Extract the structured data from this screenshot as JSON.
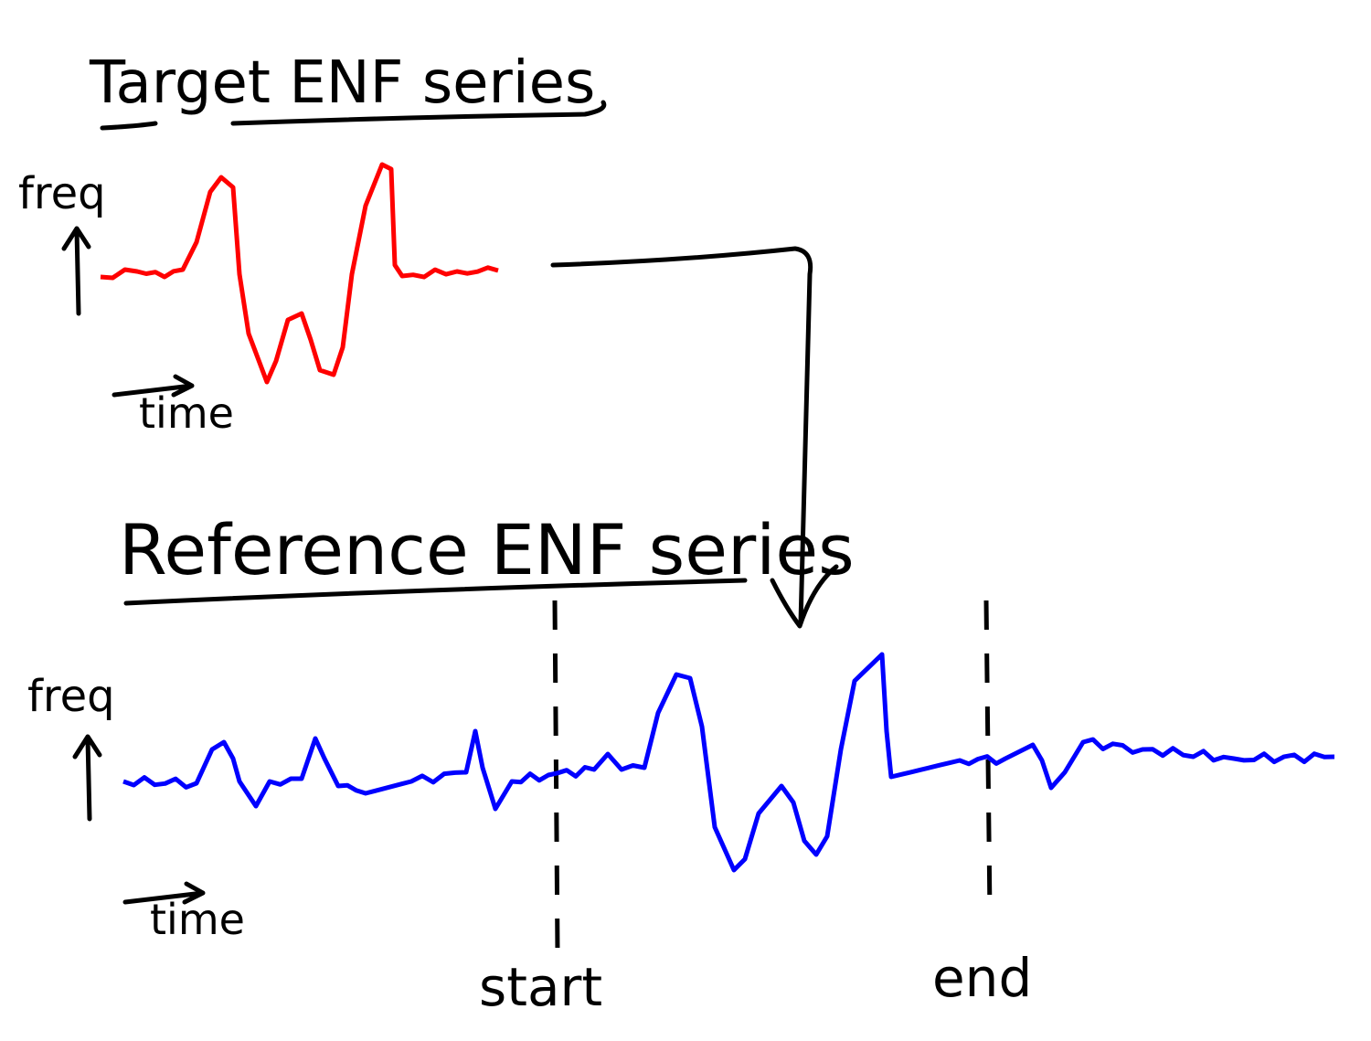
{
  "target": {
    "title": "Target ENF series",
    "y_label": "freq",
    "x_label": "time",
    "color": "#ff0000"
  },
  "reference": {
    "title": "Reference ENF series",
    "y_label": "freq",
    "x_label": "time",
    "color": "#0000ff"
  },
  "markers": {
    "start": "start",
    "end": "end"
  }
}
